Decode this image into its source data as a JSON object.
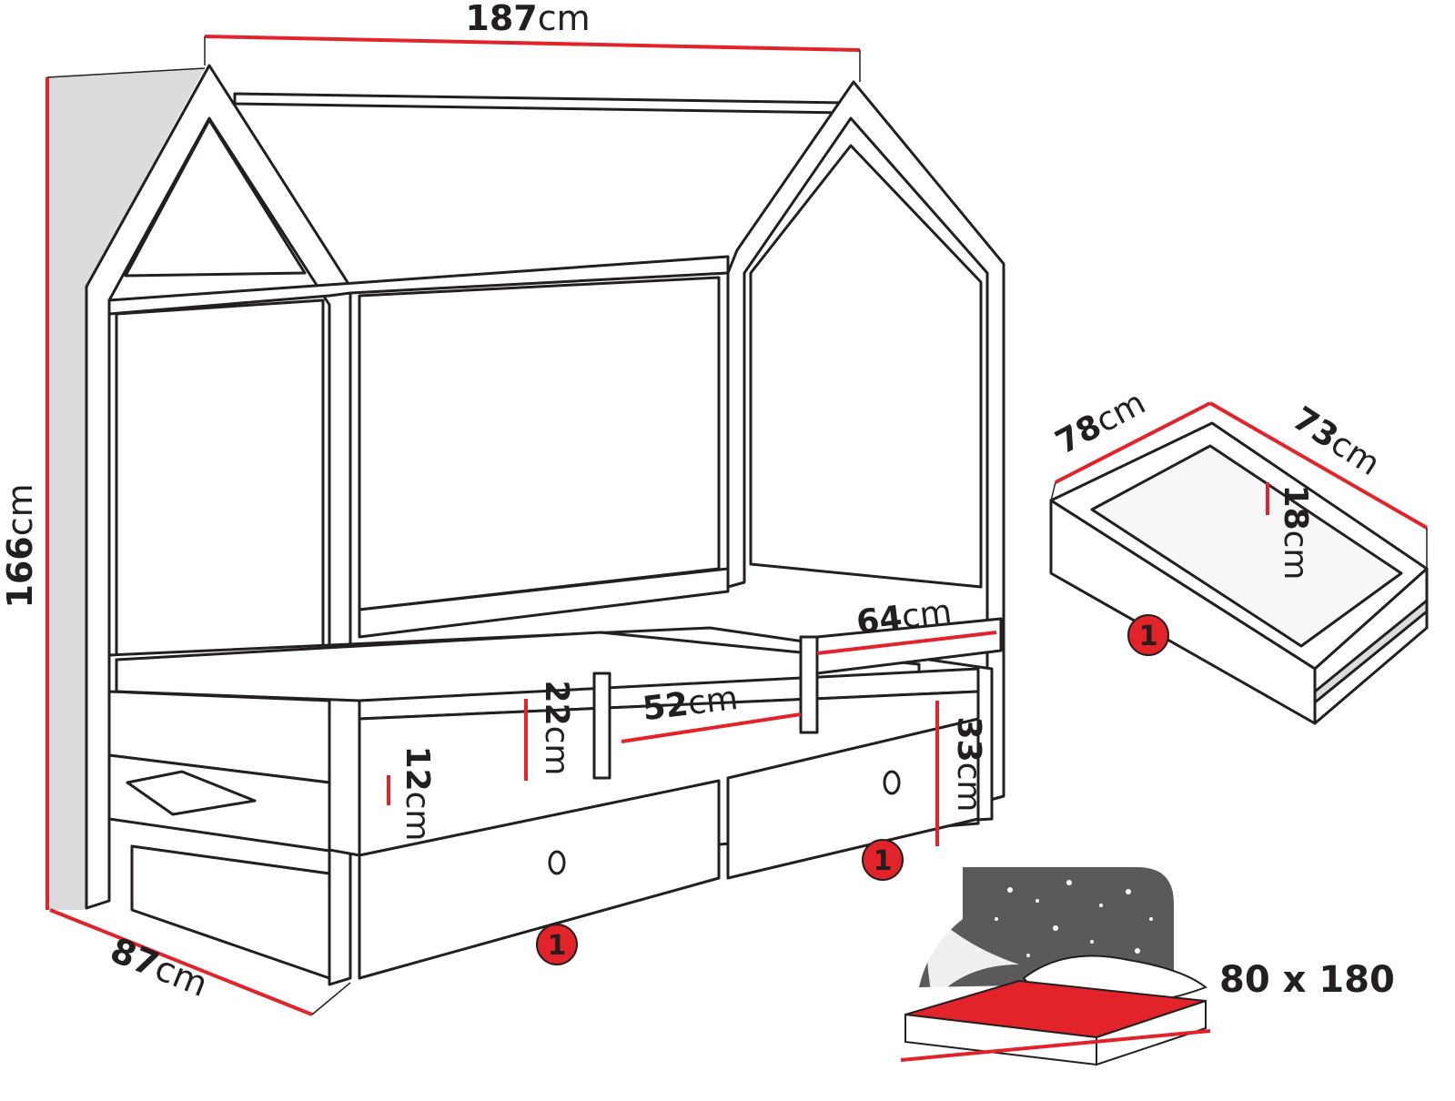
{
  "dimensions": {
    "length": {
      "value": "187",
      "unit": "cm"
    },
    "height": {
      "value": "166",
      "unit": "cm"
    },
    "depth": {
      "value": "87",
      "unit": "cm"
    },
    "guard_rail_width": {
      "value": "64",
      "unit": "cm"
    },
    "entry_opening": {
      "value": "52",
      "unit": "cm"
    },
    "rail_height": {
      "value": "22",
      "unit": "cm"
    },
    "mattress_clearance": {
      "value": "12",
      "unit": "cm"
    },
    "sleeping_height": {
      "value": "33",
      "unit": "cm"
    }
  },
  "drawer": {
    "width": {
      "value": "78",
      "unit": "cm"
    },
    "length": {
      "value": "73",
      "unit": "cm"
    },
    "height": {
      "value": "18",
      "unit": "cm"
    }
  },
  "markers": [
    "1",
    "1",
    "1",
    "1"
  ],
  "mattress": {
    "size": "80 x 180"
  },
  "colors": {
    "accent_red": "#e3232a",
    "outline": "#231f20",
    "mattress_dark": "#5a5a5a",
    "shadow_gray": "#c8c8c8"
  }
}
